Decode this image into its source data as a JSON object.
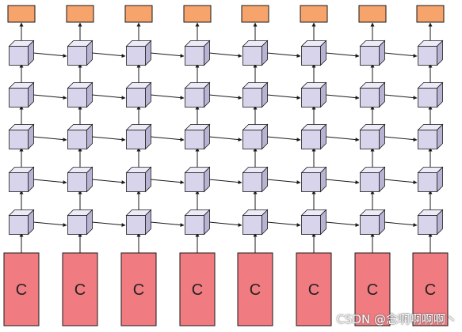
{
  "diagram": {
    "column_count": 8,
    "hidden_layer_count": 5,
    "context_label": "C",
    "colors": {
      "output_fill": "#f6a46b",
      "cube_front": "#d8d4ec",
      "cube_top": "#ecebf7",
      "cube_side": "#b9b3d3",
      "context_fill": "#f07b80",
      "stroke": "#1a1a1a"
    }
  },
  "watermark": "CSDN @念啊啊啊啊丶"
}
